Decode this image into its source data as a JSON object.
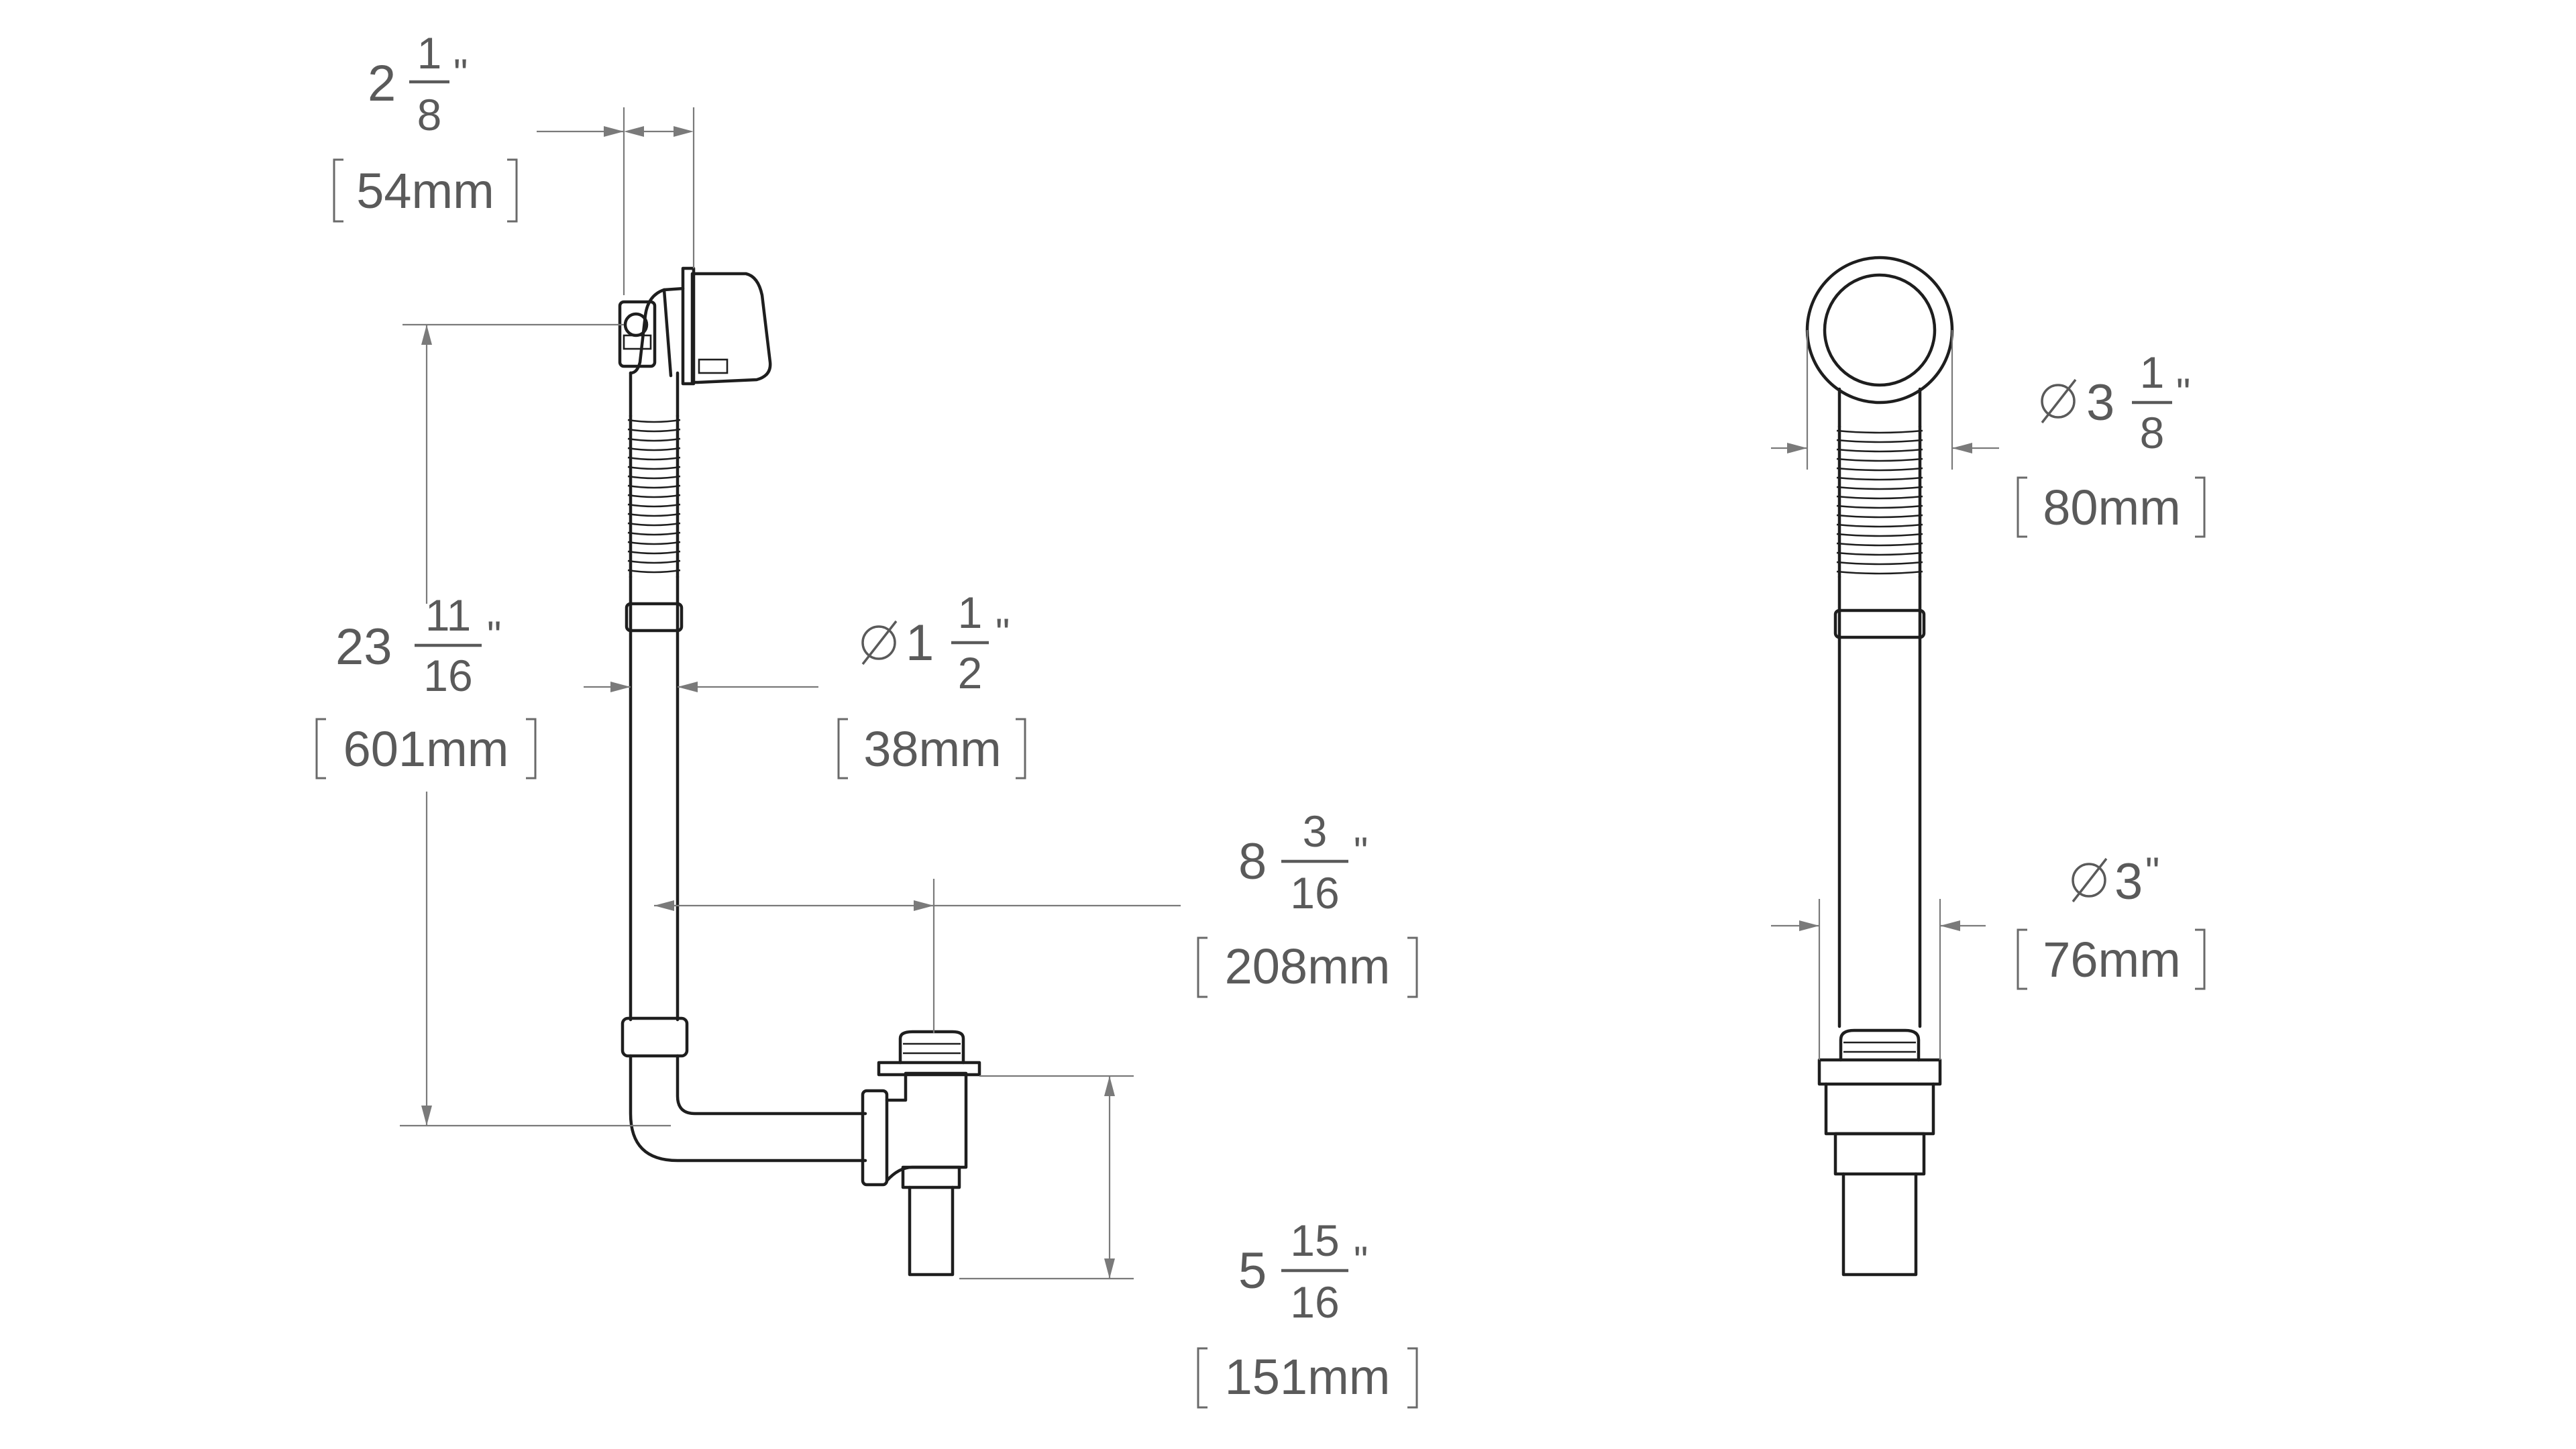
{
  "dimensions": {
    "overflow_width": {
      "whole": "2",
      "num": "1",
      "den": "8",
      "unit": "\"",
      "metric": "54mm"
    },
    "height": {
      "whole": "23",
      "num": "11",
      "den": "16",
      "unit": "\"",
      "metric": "601mm"
    },
    "pipe_diameter": {
      "symbol": "∅",
      "whole": "1",
      "num": "1",
      "den": "2",
      "unit": "\"",
      "metric": "38mm"
    },
    "offset": {
      "whole": "8",
      "num": "3",
      "den": "16",
      "unit": "\"",
      "metric": "208mm"
    },
    "drain_height": {
      "whole": "5",
      "num": "15",
      "den": "16",
      "unit": "\"",
      "metric": "151mm"
    },
    "faceplate_diameter": {
      "symbol": "∅",
      "whole": "3",
      "num": "1",
      "den": "8",
      "unit": "\"",
      "metric": "80mm"
    },
    "drain_diameter": {
      "symbol": "∅",
      "whole": "3",
      "unit": "\"",
      "metric": "76mm"
    }
  },
  "colors": {
    "line": "#1e1e1e",
    "dimension": "#7a7a7a",
    "text": "#5a5a5a",
    "background": "#ffffff"
  }
}
